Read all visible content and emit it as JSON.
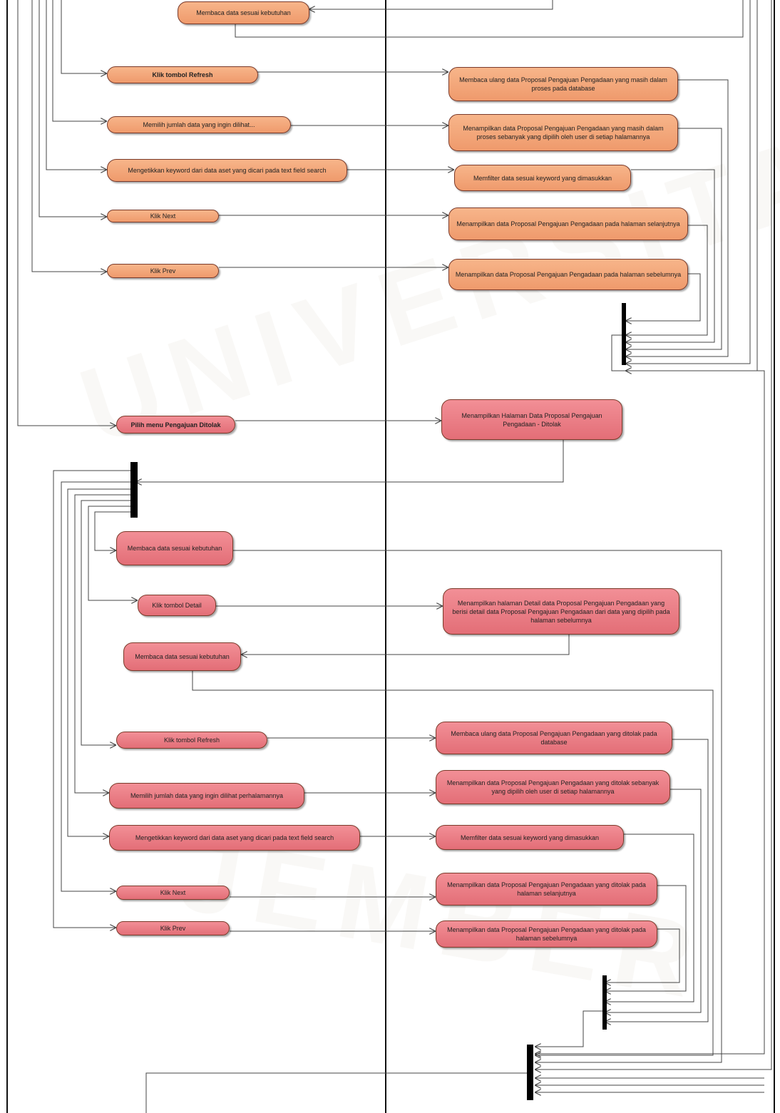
{
  "colors": {
    "orange_fill": "#f4a67a",
    "pink_fill": "#ea7b83",
    "line": "#444444",
    "watermark": "#d8d0c0"
  },
  "watermark": {
    "top": "UNIVERSITAS",
    "bottom": "JEMBER"
  },
  "nodes": {
    "n1": "Membaca data sesuai kebutuhan",
    "n2": "Klik tombol Refresh",
    "n3": "Membaca ulang data Proposal Pengajuan Pengadaan yang masih dalam proses pada database",
    "n4": "Memilih jumlah data yang ingin dilihat...",
    "n5": "Menampilkan data Proposal Pengajuan Pengadaan yang masih dalam proses sebanyak yang dipilih oleh user di setiap halamannya",
    "n6": "Mengetikkan keyword dari data aset yang dicari pada text field search",
    "n7": "Memfilter data sesuai keyword yang dimasukkan",
    "n8": "Klik Next",
    "n9": "Menampilkan data Proposal Pengajuan Pengadaan pada halaman selanjutnya",
    "n10": "Klik Prev",
    "n11": "Menampilkan data Proposal Pengajuan Pengadaan pada halaman sebelumnya",
    "n12": "Pilih menu Pengajuan Ditolak",
    "n13": "Menampilkan Halaman Data Proposal Pengajuan Pengadaan - Ditolak",
    "n14": "Membaca data sesuai kebutuhan",
    "n15": "Klik tombol Detail",
    "n16": "Menampilkan halaman Detail data Proposal Pengajuan Pengadaan yang berisi detail data Proposal Pengajuan Pengadaan dari data yang dipilih pada halaman sebelumnya",
    "n17": "Membaca data sesuai kebutuhan",
    "n18": "Klik tombol Refresh",
    "n19": "Membaca ulang data Proposal Pengajuan Pengadaan yang ditolak pada database",
    "n20": "Memilih jumlah data yang ingin dilihat perhalamannya",
    "n21": "Menampilkan data Proposal Pengajuan Pengadaan yang ditolak sebanyak yang dipilih oleh user di setiap halamannya",
    "n22": "Mengetikkan keyword dari data aset yang dicari pada text field search",
    "n23": "Memfilter data sesuai keyword yang dimasukkan",
    "n24": "Klik Next",
    "n25": "Menampilkan data Proposal Pengajuan Pengadaan yang ditolak pada halaman selanjutnya",
    "n26": "Klik Prev",
    "n27": "Menampilkan data Proposal Pengajuan Pengadaan yang ditolak pada halaman sebelumnya"
  }
}
